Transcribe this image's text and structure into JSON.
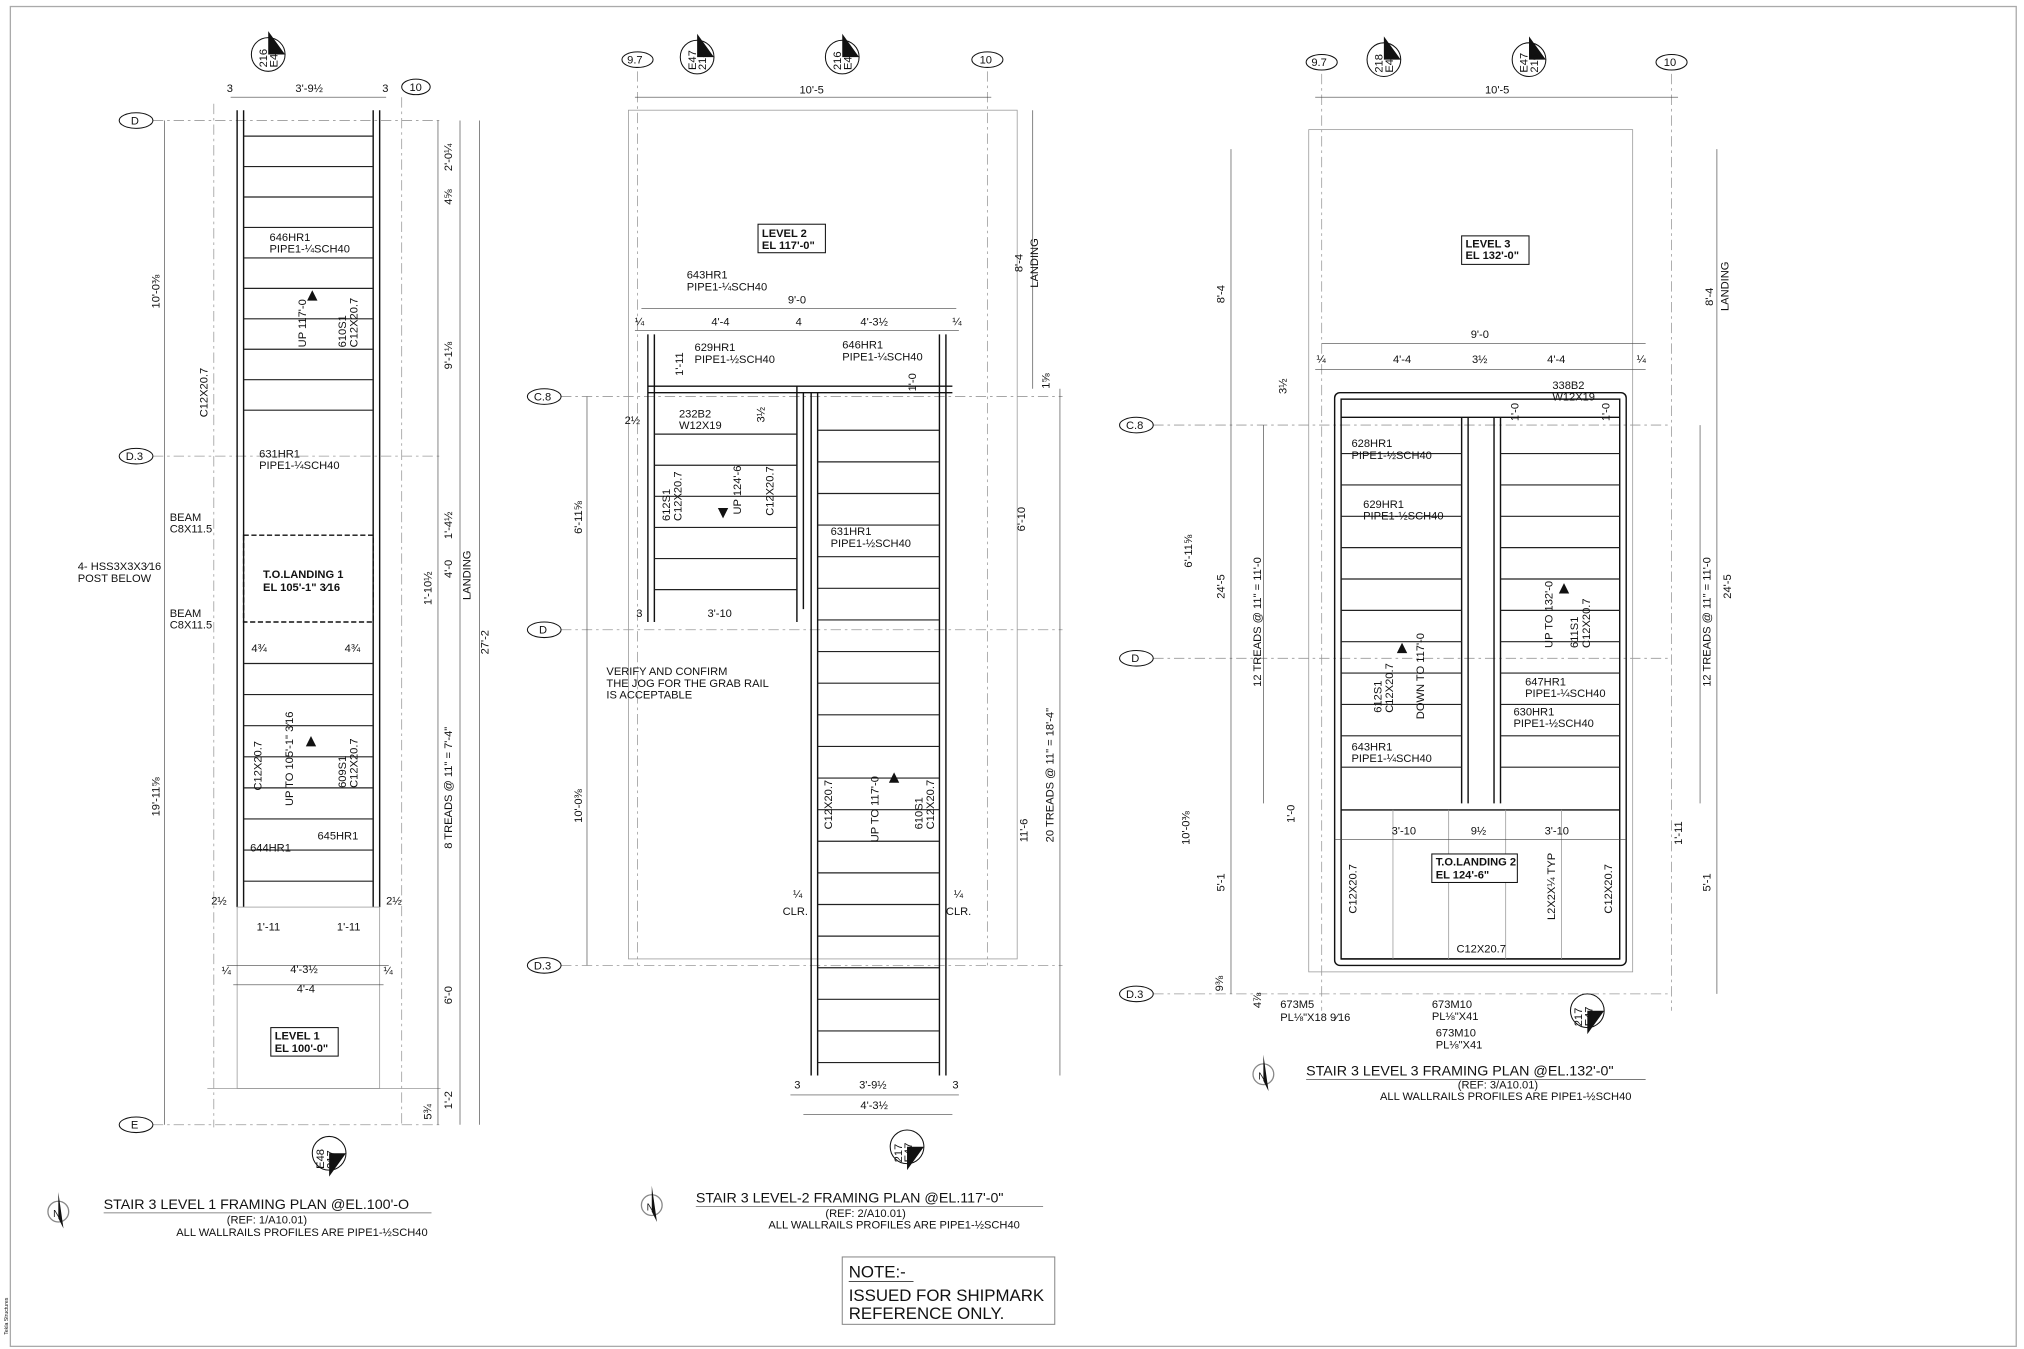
{
  "sheet": {
    "software": "Tekla Structures",
    "note_title": "NOTE:-",
    "note_line1": "ISSUED FOR SHIPMARK",
    "note_line2": "REFERENCE ONLY."
  },
  "p1": {
    "title": "STAIR 3 LEVEL 1 FRAMING PLAN @EL.100'-O",
    "ref": "(REF: 1/A10.01)",
    "wallrails": "ALL WALLRAILS PROFILES ARE PIPE1-½SCH40",
    "grid_d": "D",
    "grid_d3": "D.3",
    "grid_e": "E",
    "col_10": "10",
    "sec_top_a": "216",
    "sec_top_b": "E47",
    "sec_bot_a": "E48",
    "sec_bot_b": "217",
    "d_3a": "3",
    "d_width": "3'-9½",
    "d_3b": "3",
    "d_2_0": "2'-0¼",
    "d_4_5": "4⅝",
    "d_9_1": "9'-1⅛",
    "d_1_4": "1'-4½",
    "d_4_0": "4'-0",
    "d_1_10": "1'-10½",
    "landing": "LANDING",
    "d_27": "27'-2",
    "treads": "8 TREADS @ 11\" = 7'-4\"",
    "d_6_0": "6'-0",
    "d_1_2": "1'-2",
    "d_5_3": "5¾",
    "d_10": "10'-0⅜",
    "d_19": "19'-11⅝",
    "c12_left": "C12X20.7",
    "hr646": "646HR1",
    "hr646p": "PIPE1-¼SCH40",
    "up117": "UP 117'-0",
    "s610": "610S1",
    "s610p": "C12X20.7",
    "hr631": "631HR1",
    "hr631p": "PIPE1-¼SCH40",
    "beam1": "BEAM",
    "beam1p": "C8X11.5",
    "hss": "4- HSS3X3X3⁄16",
    "post": "POST BELOW",
    "beam2": "BEAM",
    "beam2p": "C8X11.5",
    "land": "T.O.LANDING 1",
    "land_el": "EL 105'-1\" 3⁄16",
    "d_43a": "4¾",
    "d_43b": "4¾",
    "c12b": "C12X20.7",
    "up105": "UP TO 105'-1\" 3⁄16",
    "s609": "609S1",
    "s609p": "C12X20.7",
    "hr645": "645HR1",
    "hr644": "644HR1",
    "d_2ha": "2½",
    "d_2hb": "2½",
    "d_111a": "1'-11",
    "d_111b": "1'-11",
    "d_qa": "¼",
    "d_43h": "4'-3½",
    "d_qb": "¼",
    "d_44": "4'-4",
    "lvl": "LEVEL 1",
    "lvl_el": "EL 100'-0\""
  },
  "p2": {
    "title": "STAIR 3 LEVEL-2 FRAMING PLAN @EL.117'-0\"",
    "ref": "(REF: 2/A10.01)",
    "wallrails": "ALL WALLRAILS PROFILES ARE PIPE1-½SCH40",
    "grid_c8": "C.8",
    "grid_d": "D",
    "grid_d3": "D.3",
    "col_97": "9.7",
    "col_10": "10",
    "sec1a": "E47",
    "sec1b": "218",
    "sec2a": "216",
    "sec2b": "E47",
    "sec_bot_a": "217",
    "sec_bot_b": "E47",
    "d_105": "10'-5",
    "lvl": "LEVEL 2",
    "lvl_el": "EL 117'-0\"",
    "d_84": "8'-4",
    "landing": "LANDING",
    "hr643": "643HR1",
    "hr643p": "PIPE1-¼SCH40",
    "d_90": "9'-0",
    "d_qa": "¼",
    "d_44": "4'-4",
    "d_4": "4",
    "d_43h": "4'-3½",
    "d_qb": "¼",
    "d_111": "1'-11",
    "hr629": "629HR1",
    "hr629p": "PIPE1-½SCH40",
    "hr646": "646HR1",
    "hr646p": "PIPE1-¼SCH40",
    "d_10": "1'-0",
    "d_15": "1⅝",
    "d_2h": "2½",
    "b232": "232B2",
    "b232p": "W12X19",
    "d_3h": "3½",
    "d_611": "6'-11⅝",
    "d_610": "6'-10",
    "s612": "612S1",
    "s612p": "C12X20.7",
    "up124": "UP 124'-6",
    "c12a": "C12X20.7",
    "hr631": "631HR1",
    "hr631p": "PIPE1-½SCH40",
    "d_3": "3",
    "d_310": "3'-10",
    "verify1": "VERIFY AND CONFIRM",
    "verify2": "THE JOG FOR THE GRAB RAIL",
    "verify3": "IS ACCEPTABLE",
    "treads": "20 TREADS @ 11\" = 18'-4\"",
    "d_1003": "10'-0⅜",
    "c12b": "C12X20.7",
    "up117": "UP TO 117'-0",
    "s610": "610S1",
    "s610p": "C12X20.7",
    "d_116": "11'-6",
    "clr_qa": "¼",
    "clr_a": "CLR.",
    "clr_qb": "¼",
    "clr_b": "CLR.",
    "b_3a": "3",
    "b_39": "3'-9½",
    "b_3b": "3",
    "b_43": "4'-3½"
  },
  "p3": {
    "title": "STAIR 3 LEVEL 3  FRAMING PLAN @EL.132'-0\"",
    "ref": "(REF: 3/A10.01)",
    "wallrails": "ALL WALLRAILS PROFILES ARE PIPE1-½SCH40",
    "grid_c8": "C.8",
    "grid_d": "D",
    "grid_d3": "D.3",
    "col_97": "9.7",
    "col_10": "10",
    "sec1a": "218",
    "sec1b": "E49",
    "sec2a": "E47",
    "sec2b": "216",
    "sec_bot_a": "217",
    "sec_bot_b": "E47",
    "d_105": "10'-5",
    "lvl": "LEVEL 3",
    "lvl_el": "EL 132'-0\"",
    "d_84a": "8'-4",
    "d_84b": "8'-4",
    "landing": "LANDING",
    "d_90": "9'-0",
    "d_qa": "¼",
    "d_44a": "4'-4",
    "d_3h": "3½",
    "d_44b": "4'-4",
    "d_qb": "¼",
    "d_3hv": "3½",
    "b338": "338B2",
    "b338p": "W12X19",
    "d_10a": "1'-0",
    "d_10b": "1'-0",
    "hr628": "628HR1",
    "hr628p": "PIPE1-½SCH40",
    "hr629": "629HR1",
    "hr629p": "PIPE1-½SCH40",
    "d_611": "6'-11⅝",
    "d_245a": "24'-5",
    "treads_a": "12 TREADS @ 11\" = 11'-0",
    "treads_b": "12 TREADS @ 11\" = 11'-0",
    "d_245b": "24'-5",
    "up132": "UP TO 132'-0",
    "s611": "611S1",
    "s611p": "C12X20.7",
    "down117": "DOWN TO 117'-0",
    "s612": "612S1",
    "s612p": "C12X20.7",
    "hr647": "647HR1",
    "hr647p": "PIPE1-¼SCH40",
    "hr630": "630HR1",
    "hr630p": "PIPE1-½SCH40",
    "hr643": "643HR1",
    "hr643p": "PIPE1-¼SCH40",
    "d_10c": "1'-0",
    "d_310a": "3'-10",
    "d_9h": "9½",
    "d_310b": "3'-10",
    "d_111": "1'-11",
    "d_1003": "10'-0⅜",
    "d_51a": "5'-1",
    "d_51b": "5'-1",
    "c12a": "C12X20.7",
    "land": "T.O.LANDING 2",
    "land_el": "EL 124'-6\"",
    "angle": "L2X2X¼ TYP",
    "c12b": "C12X20.7",
    "c12c": "C12X20.7",
    "d_93": "9⅜",
    "d_47": "4⅞",
    "m5": "673M5",
    "m5p": "PL⅛\"X18 9⁄16",
    "m10a": "673M10",
    "m10ap": "PL⅛\"X41",
    "m10b": "673M10",
    "m10bp": "PL⅛\"X41"
  }
}
